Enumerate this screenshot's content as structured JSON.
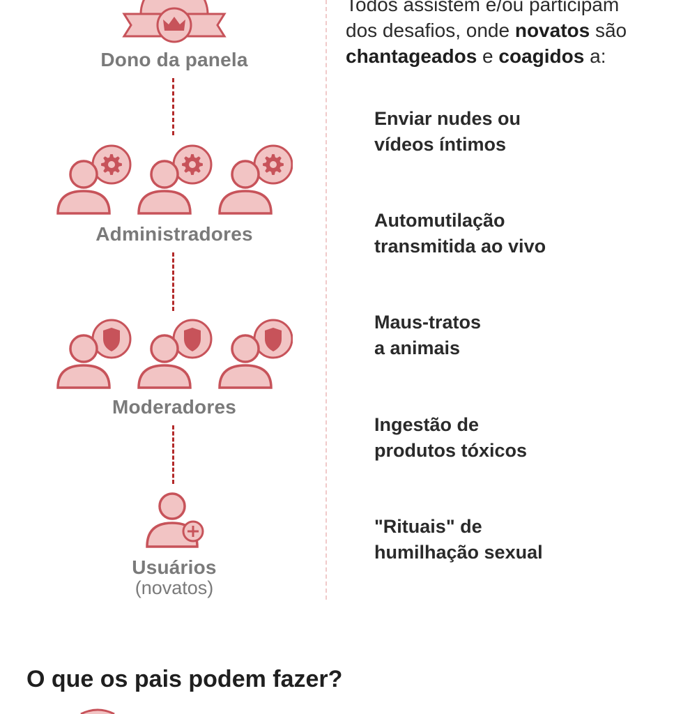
{
  "hierarchy": {
    "owner": {
      "label": "Dono da panela",
      "icon": "crown-icon"
    },
    "admins": {
      "label": "Administradores",
      "icon": "gear-icon"
    },
    "moderators": {
      "label": "Moderadores",
      "icon": "shield-icon"
    },
    "users": {
      "label": "Usuários",
      "sublabel": "(novatos)",
      "icon": "plus-icon"
    }
  },
  "intro": {
    "line1": "Todos assistem e/ou participam",
    "line2_a": "dos  desafios, onde ",
    "line2_b": "novatos",
    "line2_c": " são",
    "line3_a": "chantageados",
    "line3_b": " e ",
    "line3_c": "coagidos",
    "line3_d": " a:"
  },
  "challenges": [
    {
      "line1": "Enviar nudes ou",
      "line2": "vídeos íntimos"
    },
    {
      "line1": "Automutilação",
      "line2": "transmitida ao vivo"
    },
    {
      "line1": "Maus-tratos",
      "line2": "a animais"
    },
    {
      "line1": "Ingestão de",
      "line2": "produtos tóxicos"
    },
    {
      "line1": "\"Rituais\" de",
      "line2": "humilhação sexual"
    }
  ],
  "parents_heading": "O que os pais podem fazer?",
  "colors": {
    "accent": "#c94f55",
    "icon_fill": "#f2c4c4",
    "icon_stroke": "#c7535a",
    "label_gray": "#7a7a7a",
    "dash_red": "#b32a2a"
  }
}
